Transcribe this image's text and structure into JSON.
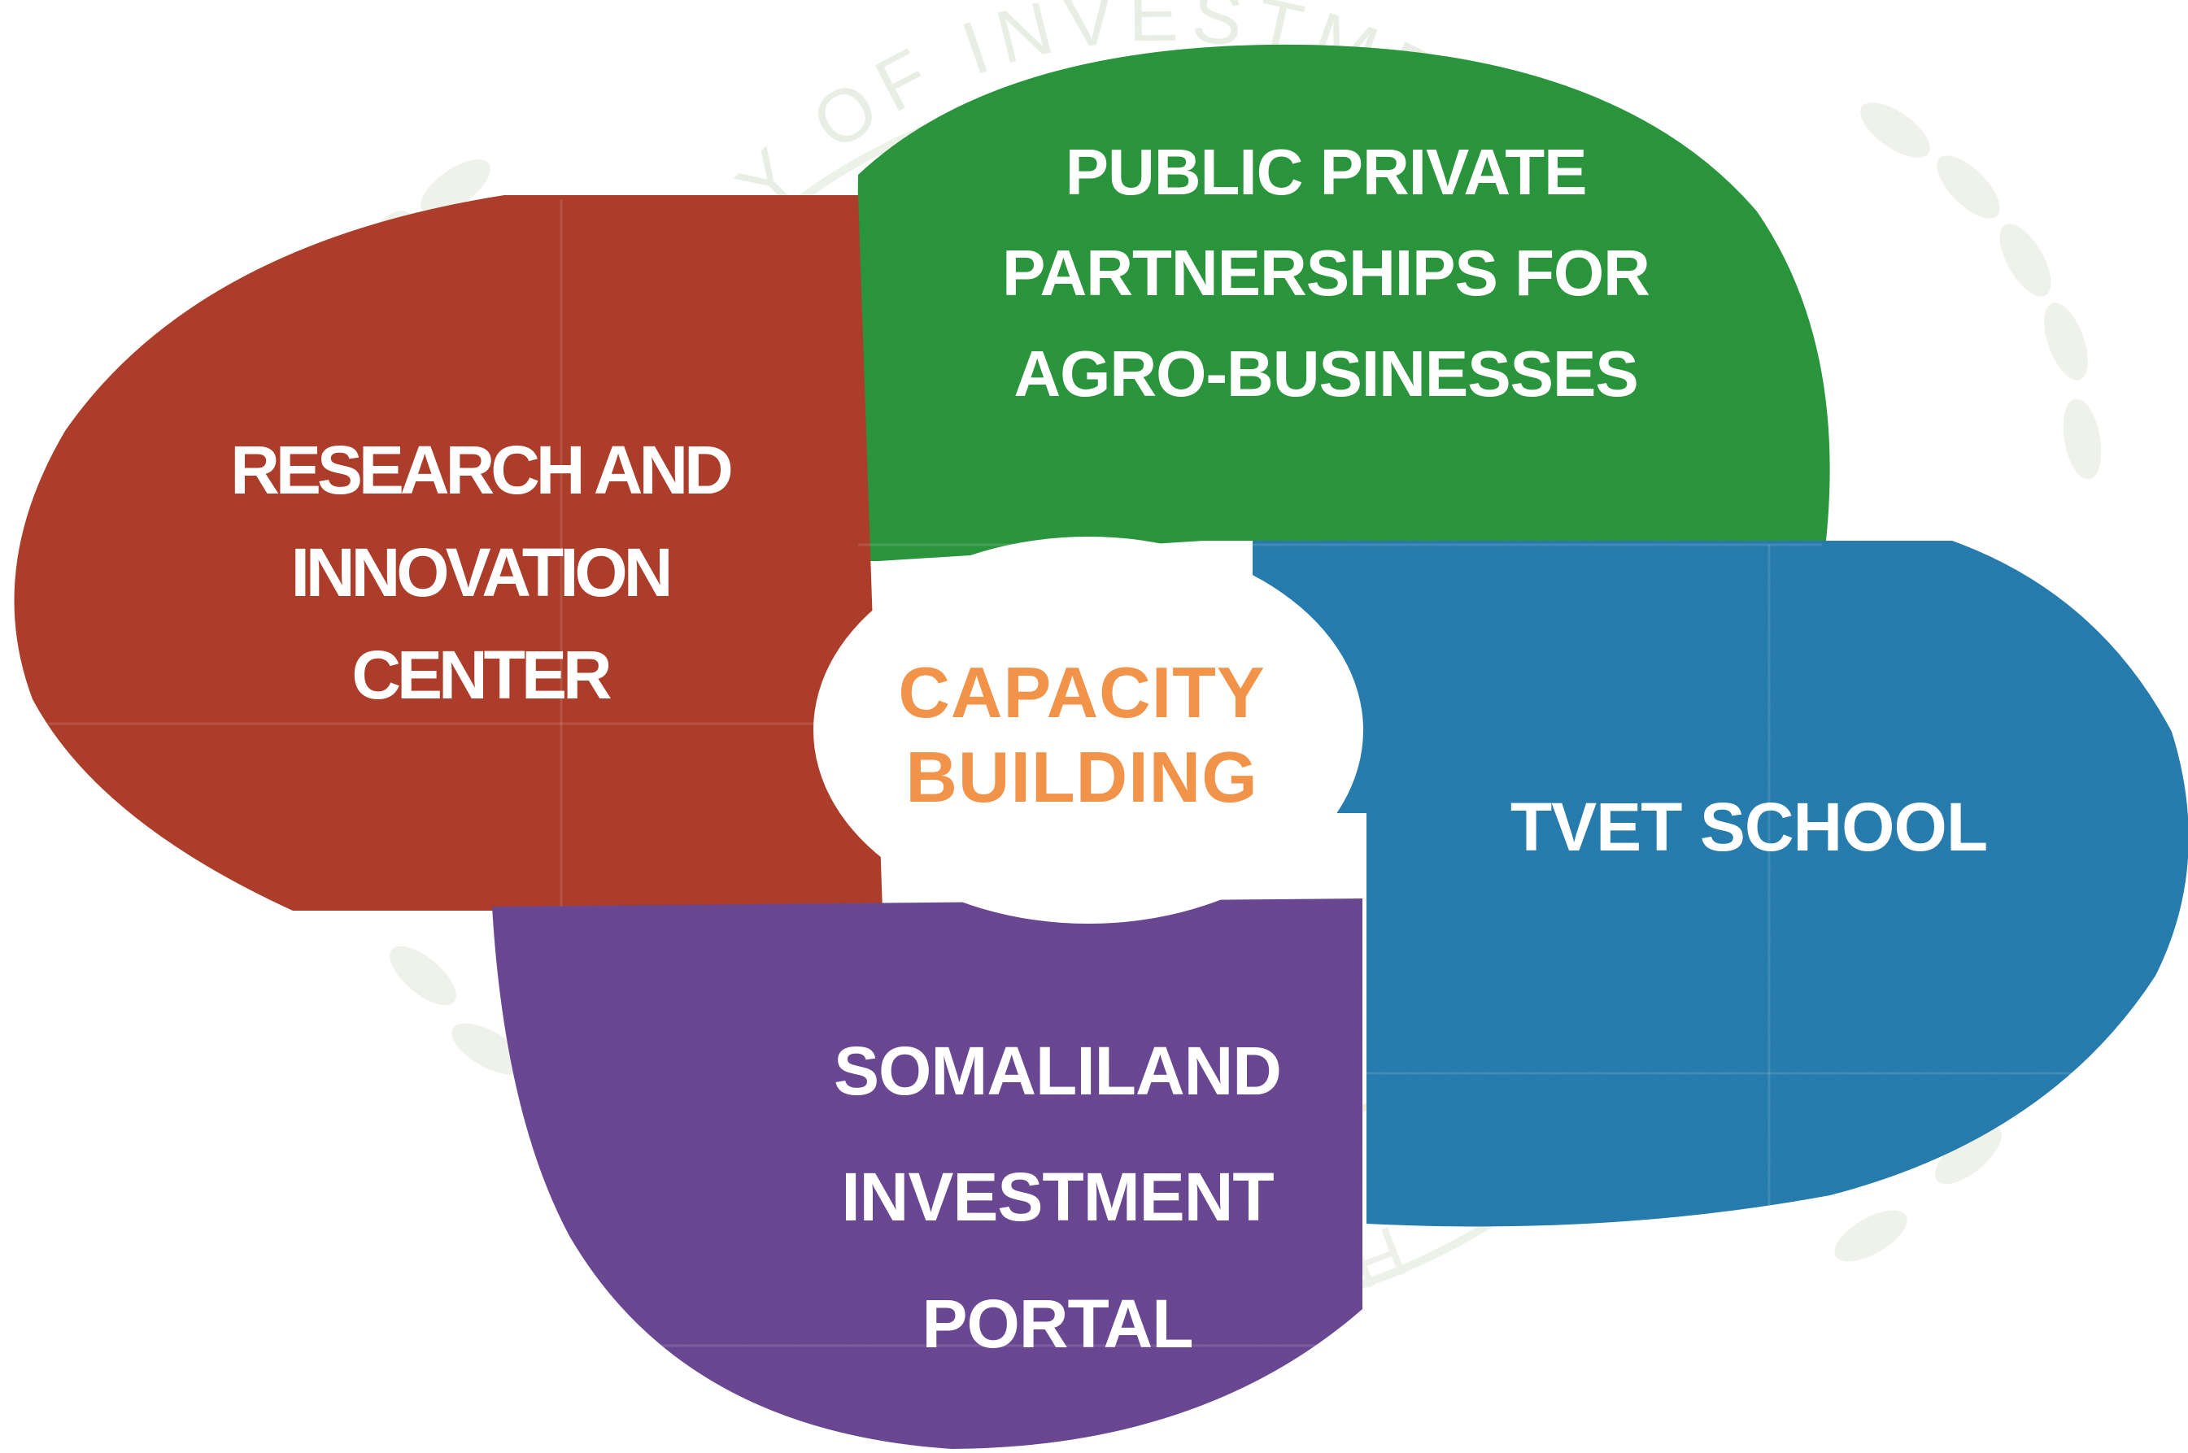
{
  "diagram": {
    "center": {
      "label": "CAPACITY\nBUILDING",
      "color": "#f2934a"
    },
    "components": [
      {
        "id": "research",
        "label": "RESEARCH AND\nINNOVATION\nCENTER",
        "color": "#b0402f"
      },
      {
        "id": "ppp",
        "label": "PUBLIC PRIVATE\nPARTNERSHIPS FOR\nAGRO-BUSINESSES",
        "color": "#2e9940"
      },
      {
        "id": "tvet",
        "label": "TVET SCHOOL",
        "color": "#2b7fb0"
      },
      {
        "id": "portal",
        "label": "SOMALILAND\nINVESTMENT\nPORTAL",
        "color": "#6c4a94"
      }
    ],
    "watermark": {
      "text_top": "MINISTRY OF INVESTMENT AND INDUSTRIAL DEVELOPMENT",
      "text_bottom": "HARGEISA",
      "color": "#e8eee0"
    }
  }
}
